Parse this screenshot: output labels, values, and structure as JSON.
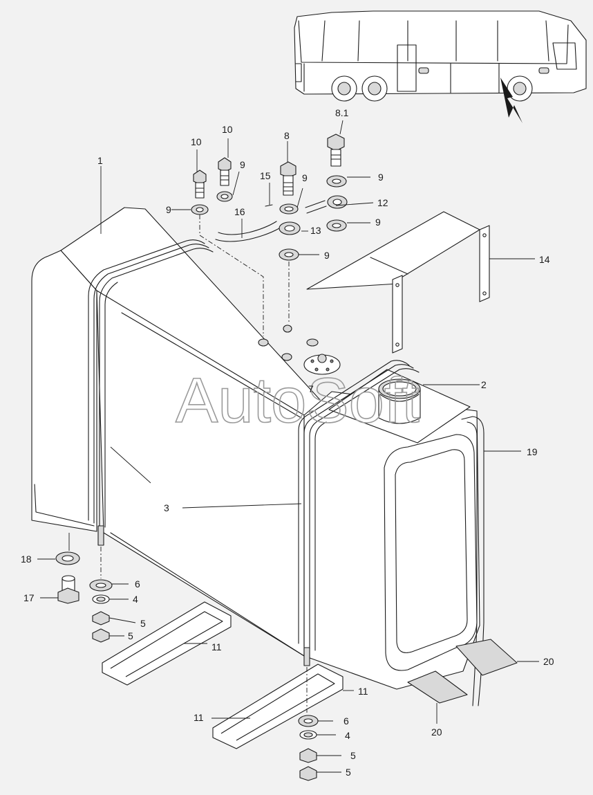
{
  "watermark": "AutoSoft",
  "callouts": {
    "c1": "1",
    "c2": "2",
    "c3": "3",
    "c4a": "4",
    "c4b": "4",
    "c5a": "5",
    "c5b": "5",
    "c5c": "5",
    "c5d": "5",
    "c6a": "6",
    "c6b": "6",
    "c7": "7",
    "c8": "8",
    "c81": "8.1",
    "c9a": "9",
    "c9b": "9",
    "c9c": "9",
    "c9d": "9",
    "c9e": "9",
    "c9f": "9",
    "c10a": "10",
    "c10b": "10",
    "c11a": "11",
    "c11b": "11",
    "c11c": "11",
    "c12": "12",
    "c13": "13",
    "c14": "14",
    "c15": "15",
    "c16": "16",
    "c17": "17",
    "c18": "18",
    "c19": "19",
    "c20a": "20",
    "c20b": "20"
  }
}
